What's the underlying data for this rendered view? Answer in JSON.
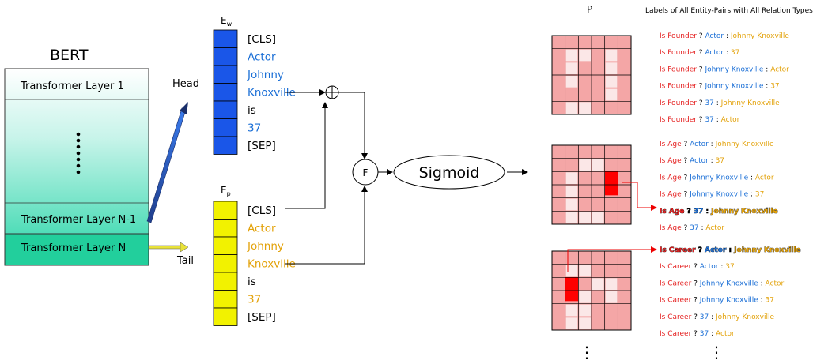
{
  "bert": {
    "title": "BERT",
    "layer_top": "Transformer Layer 1",
    "layer_n1": "Transformer Layer N-1",
    "layer_n": "Transformer Layer N"
  },
  "arrows": {
    "head": "Head",
    "tail": "Tail"
  },
  "ew": {
    "label_main": "E",
    "label_sub": "w",
    "color": "#1a56e8",
    "tokens": [
      {
        "text": "[CLS]",
        "color": "#000000"
      },
      {
        "text": "Actor",
        "color": "#1b6fd6"
      },
      {
        "text": "Johnny",
        "color": "#1b6fd6"
      },
      {
        "text": "Knoxville",
        "color": "#1b6fd6"
      },
      {
        "text": "is",
        "color": "#000000"
      },
      {
        "text": "37",
        "color": "#1b6fd6"
      },
      {
        "text": "[SEP]",
        "color": "#000000"
      }
    ]
  },
  "ep": {
    "label_main": "E",
    "label_sub": "p",
    "color": "#f2f200",
    "tokens": [
      {
        "text": "[CLS]",
        "color": "#000000"
      },
      {
        "text": "Actor",
        "color": "#e3a20a"
      },
      {
        "text": "Johnny",
        "color": "#e3a20a"
      },
      {
        "text": "Knoxville",
        "color": "#e3a20a"
      },
      {
        "text": "is",
        "color": "#000000"
      },
      {
        "text": "37",
        "color": "#e3a20a"
      },
      {
        "text": "[SEP]",
        "color": "#000000"
      }
    ]
  },
  "fusion": {
    "plus": "+",
    "f": "F",
    "sigmoid": "Sigmoid"
  },
  "p_label": "P",
  "labels_header": "Labels of All Entity-Pairs with All Relation Types",
  "colors": {
    "relation": "#e52222",
    "entity_blue": "#1b6fd6",
    "entity_orange": "#e3a20a",
    "highlight": "#ff0000",
    "grid_fill": "#f4a6a6"
  },
  "groups": [
    {
      "rows": [
        {
          "rel": "Is Founder",
          "a": "Actor",
          "a_c": "blue",
          "b": "Johnny Knoxville",
          "b_c": "orange",
          "hl": false
        },
        {
          "rel": "Is Founder",
          "a": "Actor",
          "a_c": "blue",
          "b": "37",
          "b_c": "orange",
          "hl": false
        },
        {
          "rel": "Is Founder",
          "a": "Johnny Knoxville",
          "a_c": "blue",
          "b": "Actor",
          "b_c": "orange",
          "hl": false
        },
        {
          "rel": "Is Founder",
          "a": "Johnny Knoxville",
          "a_c": "blue",
          "b": "37",
          "b_c": "orange",
          "hl": false
        },
        {
          "rel": "Is Founder",
          "a": "37",
          "a_c": "blue",
          "b": "Johnny Knoxville",
          "b_c": "orange",
          "hl": false
        },
        {
          "rel": "Is Founder",
          "a": "37",
          "a_c": "blue",
          "b": "Actor",
          "b_c": "orange",
          "hl": false
        }
      ]
    },
    {
      "rows": [
        {
          "rel": "Is Age",
          "a": "Actor",
          "a_c": "blue",
          "b": "Johnny Knoxville",
          "b_c": "orange",
          "hl": false
        },
        {
          "rel": "Is Age",
          "a": "Actor",
          "a_c": "blue",
          "b": "37",
          "b_c": "orange",
          "hl": false
        },
        {
          "rel": "Is Age",
          "a": "Johnny Knoxville",
          "a_c": "blue",
          "b": "Actor",
          "b_c": "orange",
          "hl": false
        },
        {
          "rel": "Is Age",
          "a": "Johnny Knoxville",
          "a_c": "blue",
          "b": "37",
          "b_c": "orange",
          "hl": false
        },
        {
          "rel": "Is Age",
          "a": "37",
          "a_c": "blue",
          "b": "Johnny Knoxville",
          "b_c": "orange",
          "hl": true
        },
        {
          "rel": "Is Age",
          "a": "37",
          "a_c": "blue",
          "b": "Actor",
          "b_c": "orange",
          "hl": false
        }
      ]
    },
    {
      "rows": [
        {
          "rel": "Is Career",
          "a": "Actor",
          "a_c": "blue",
          "b": "Johnny Knoxville",
          "b_c": "orange",
          "hl": true
        },
        {
          "rel": "Is Career",
          "a": "Actor",
          "a_c": "blue",
          "b": "37",
          "b_c": "orange",
          "hl": false
        },
        {
          "rel": "Is Career",
          "a": "Johnny Knoxville",
          "a_c": "blue",
          "b": "Actor",
          "b_c": "orange",
          "hl": false
        },
        {
          "rel": "Is Career",
          "a": "Johnny Knoxville",
          "a_c": "blue",
          "b": "37",
          "b_c": "orange",
          "hl": false
        },
        {
          "rel": "Is Career",
          "a": "37",
          "a_c": "blue",
          "b": "Johnny Knoxville",
          "b_c": "orange",
          "hl": false
        },
        {
          "rel": "Is Career",
          "a": "37",
          "a_c": "blue",
          "b": "Actor",
          "b_c": "orange",
          "hl": false
        }
      ]
    }
  ],
  "separator": "?",
  "colon": ":",
  "ellipsis": "⋮"
}
